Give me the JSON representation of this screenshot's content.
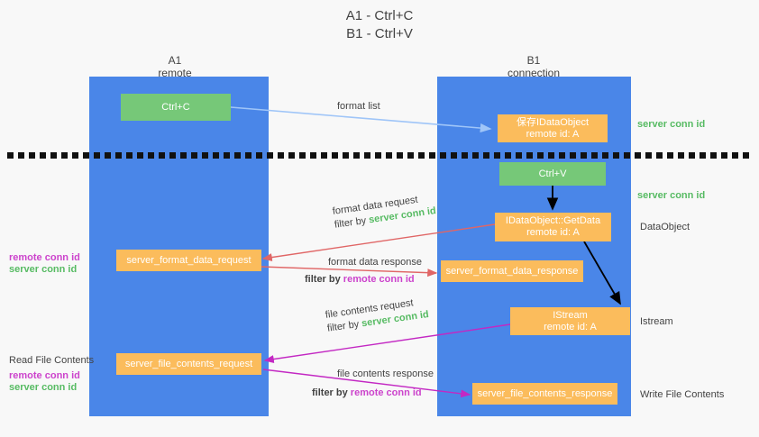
{
  "title": {
    "line1": "A1 - Ctrl+C",
    "line2": "B1 - Ctrl+V"
  },
  "colors": {
    "panel_blue": "#4a86e8",
    "node_green": "#76c878",
    "node_orange": "#fbbc5c",
    "green_text": "#57bb63",
    "magenta_text": "#cc43cc",
    "arrow_blue": "#9fc5f8",
    "arrow_red": "#e06666",
    "arrow_magenta": "#c328c3",
    "arrow_black": "#000000",
    "background": "#f8f8f8"
  },
  "columns": [
    {
      "name": "A1",
      "sub": "remote"
    },
    {
      "name": "B1",
      "sub": "connection"
    }
  ],
  "nodes": {
    "ctrl_c": {
      "line1": "Ctrl+C",
      "line2": ""
    },
    "save_dataobject": {
      "line1": "保存IDataObject",
      "line2": "remote id: A"
    },
    "ctrl_v": {
      "line1": "Ctrl+V",
      "line2": ""
    },
    "getdata": {
      "line1": "IDataObject::GetData",
      "line2": "remote id: A"
    },
    "format_data_request": {
      "line1": "server_format_data_request",
      "line2": ""
    },
    "format_data_response": {
      "line1": "server_format_data_response",
      "line2": ""
    },
    "istream": {
      "line1": "IStream",
      "line2": "remote id: A"
    },
    "file_contents_request": {
      "line1": "server_file_contents_request",
      "line2": ""
    },
    "file_contents_response": {
      "line1": "server_file_contents_response",
      "line2": ""
    }
  },
  "edges": {
    "format_list": {
      "line1": "format list",
      "line2": "",
      "highlight": ""
    },
    "format_data_request": {
      "line1": "format data request",
      "line2_prefix": "filter by ",
      "line2_highlight": "server conn id"
    },
    "format_data_response": {
      "line1": "format data response",
      "line2_prefix": "filter by ",
      "line2_highlight": "remote conn id"
    },
    "file_contents_request": {
      "line1": "file contents request",
      "line2_prefix": "filter by ",
      "line2_highlight": "server conn id"
    },
    "file_contents_response": {
      "line1": "file contents response",
      "line2_prefix": "filter by ",
      "line2_highlight": "remote conn id"
    }
  },
  "right_labels": {
    "server_conn_id_top": "server conn id",
    "server_conn_id_second": "server conn id",
    "dataobject": "DataObject",
    "istream": "Istream",
    "write_file_contents": "Write File Contents"
  },
  "left_labels": {
    "remote_conn_id_1": "remote conn id",
    "server_conn_id_1": "server conn id",
    "read_file_contents": "Read File Contents",
    "remote_conn_id_2": "remote conn id",
    "server_conn_id_2": "server conn id"
  }
}
